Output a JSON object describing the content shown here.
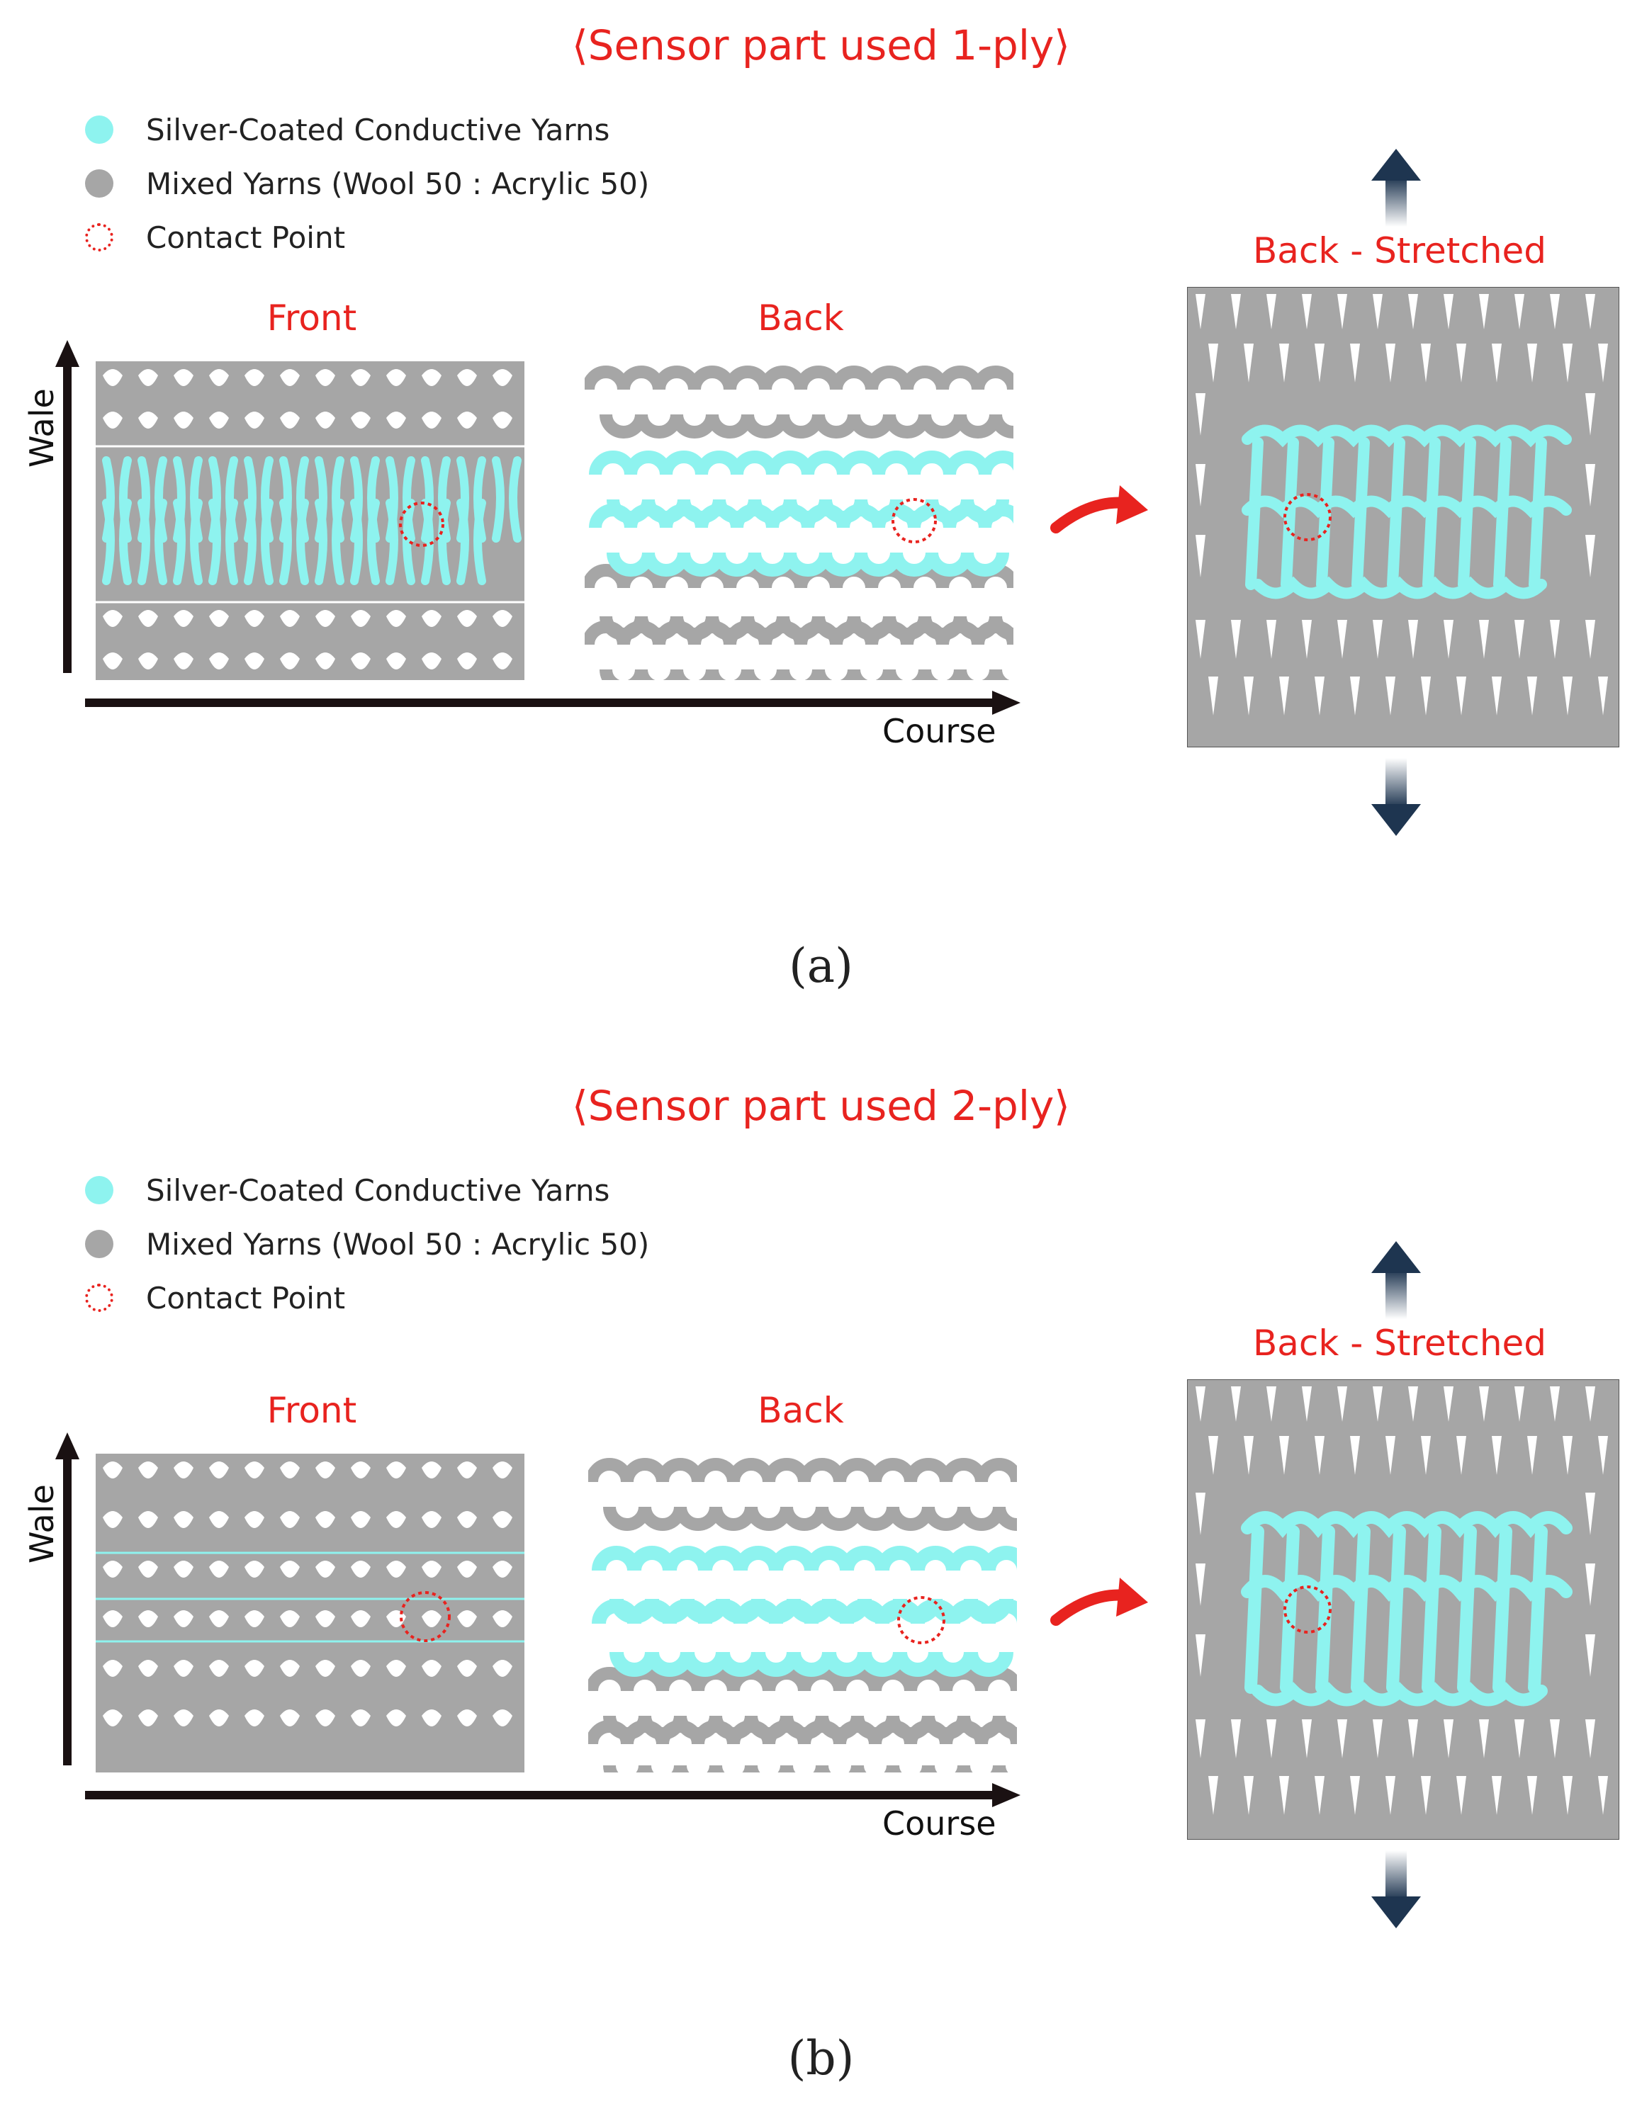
{
  "panels": [
    {
      "id": "a",
      "title": "⟨Sensor part used 1-ply⟩",
      "legend": [
        {
          "label": "Silver-Coated Conductive Yarns",
          "color": "#8ef3ef",
          "icon": "filled-circle"
        },
        {
          "label": "Mixed Yarns (Wool 50 : Acrylic 50)",
          "color": "#a6a6a6",
          "icon": "filled-circle"
        },
        {
          "label": "Contact Point",
          "color": "#e8231f",
          "icon": "dotted-circle"
        }
      ],
      "front_label": "Front",
      "back_label": "Back",
      "stretched_label": "Back - Stretched",
      "wale_label": "Wale",
      "course_label": "Course",
      "caption": "(a)"
    },
    {
      "id": "b",
      "title": "⟨Sensor part used 2-ply⟩",
      "legend": [
        {
          "label": "Silver-Coated Conductive Yarns",
          "color": "#8ef3ef",
          "icon": "filled-circle"
        },
        {
          "label": "Mixed Yarns (Wool 50 : Acrylic 50)",
          "color": "#a6a6a6",
          "icon": "filled-circle"
        },
        {
          "label": "Contact Point",
          "color": "#e8231f",
          "icon": "dotted-circle"
        }
      ],
      "front_label": "Front",
      "back_label": "Back",
      "stretched_label": "Back - Stretched",
      "wale_label": "Wale",
      "course_label": "Course",
      "caption": "(b)"
    }
  ],
  "colors": {
    "conductive": "#8ef3ef",
    "mixed": "#a6a6a6",
    "contact": "#e8231f",
    "axis": "#1a1112",
    "arrow": "#e8231f",
    "stretch_arrow": "#1e3550"
  }
}
